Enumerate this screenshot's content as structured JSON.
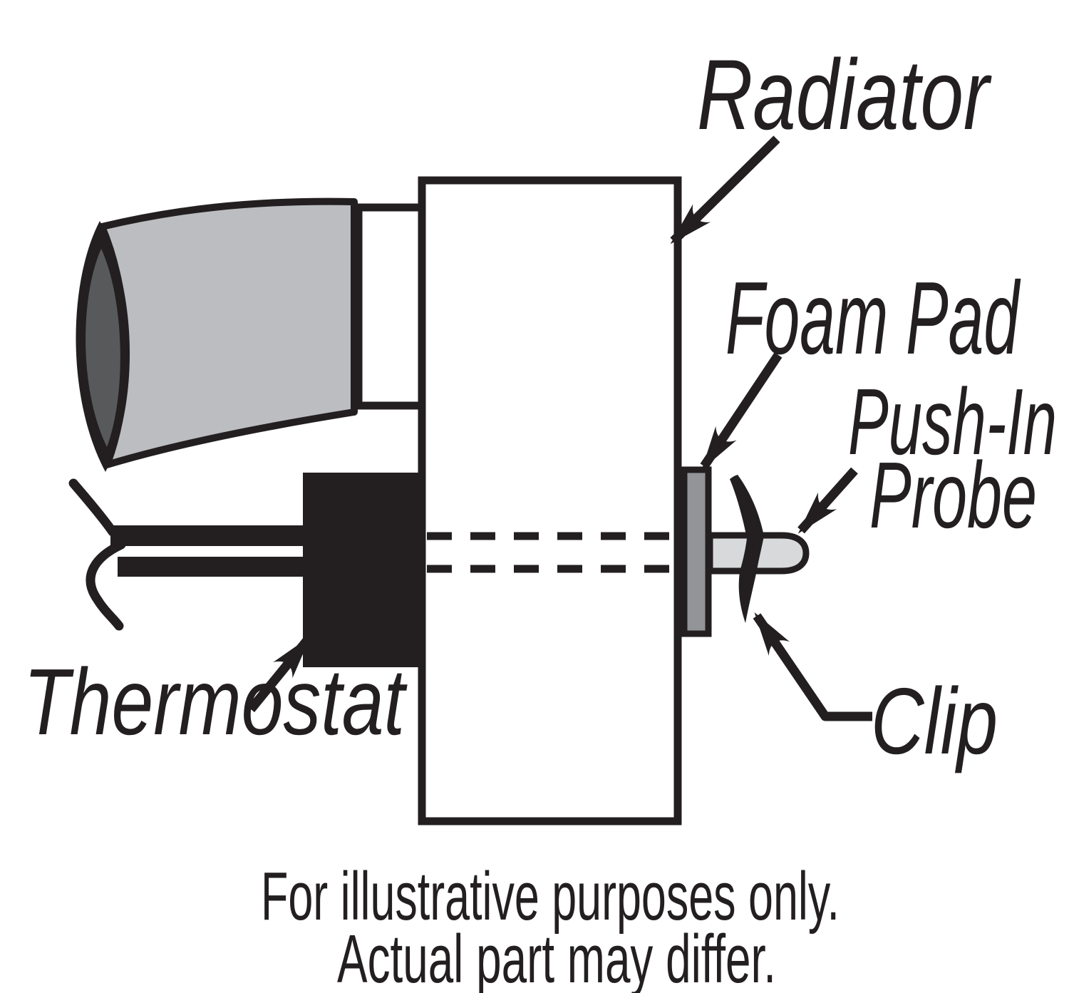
{
  "diagram": {
    "title_context": "Radiator thermostat push-in probe installation diagram",
    "labels": {
      "radiator": "Radiator",
      "foam_pad": "Foam Pad",
      "push_in_line1": "Push-In",
      "push_in_line2": "Probe",
      "thermostat": "Thermostat",
      "clip": "Clip"
    },
    "caption": {
      "line1": "For illustrative purposes only.",
      "line2": "Actual part may differ."
    },
    "colors": {
      "ink": "#231f20",
      "hose_body": "#bcbdc0",
      "hose_opening": "#58595b",
      "radiator_fill": "#ffffff",
      "foam_pad_fill": "#929497",
      "probe_fill": "#d8d9da",
      "background": "#ffffff"
    }
  }
}
